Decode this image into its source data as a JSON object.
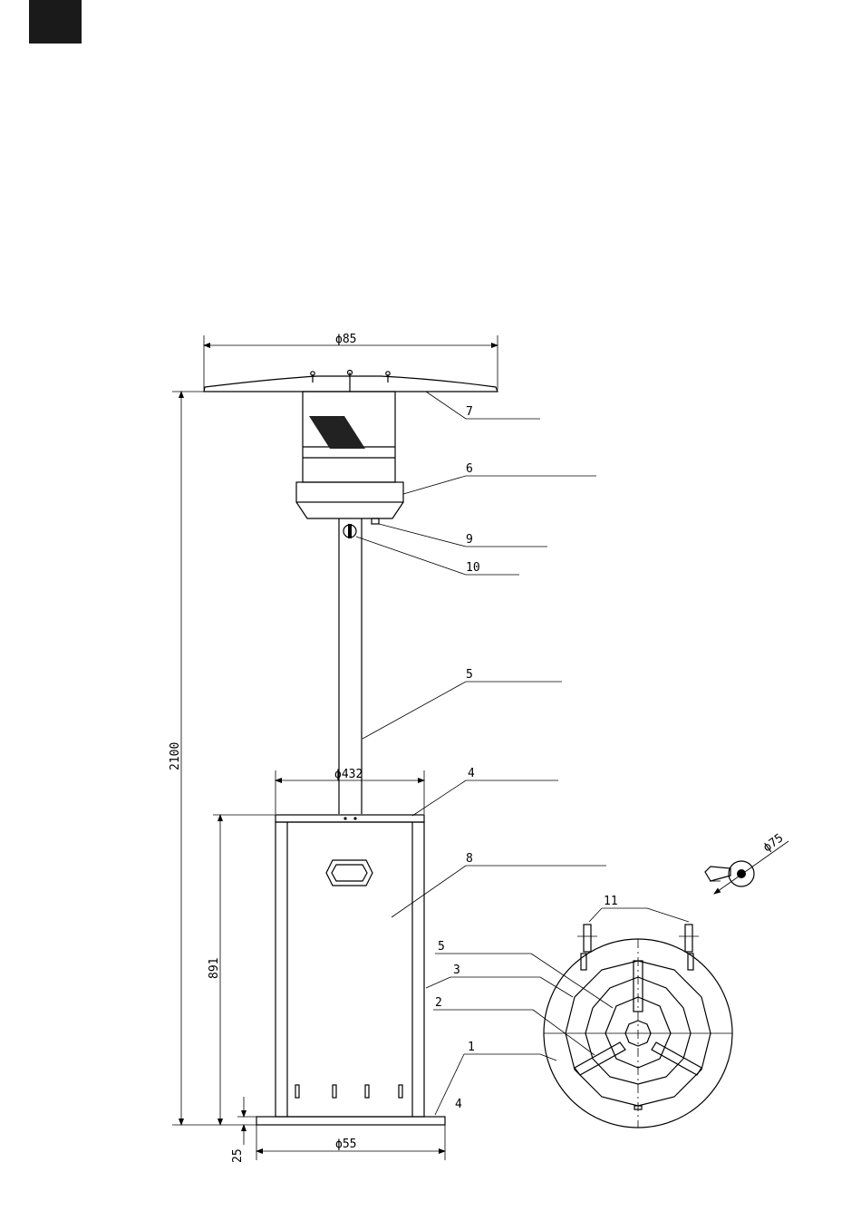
{
  "dimensions": {
    "reflector_diameter": "ϕ85",
    "table_diameter": "ϕ432",
    "base_diameter": "ϕ55",
    "overall_height": "2100",
    "body_height": "891",
    "base_thickness": "25",
    "wheel_diameter": "ϕ75"
  },
  "callouts": {
    "reflector": "7",
    "burner_head": "6",
    "fitting": "9",
    "valve": "10",
    "post": "5",
    "table": "4",
    "cylinder_housing": "8",
    "top_view_post": "5",
    "top_view_ring": "3",
    "top_view_strut": "2",
    "top_view_base": "1",
    "top_view_wheels": "11",
    "base_note": "4"
  }
}
